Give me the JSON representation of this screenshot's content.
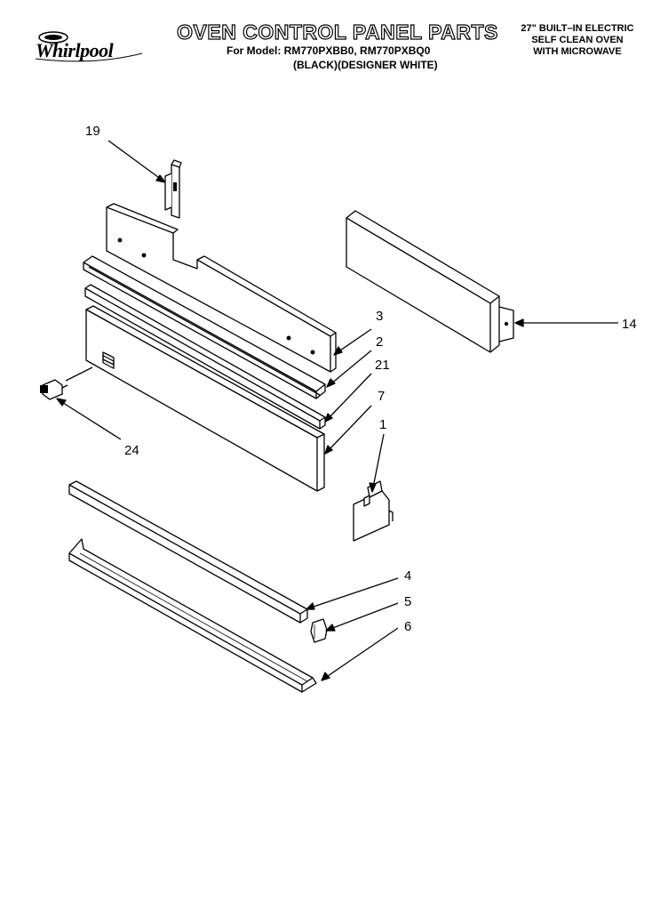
{
  "brand": {
    "name": "Whirlpool"
  },
  "header": {
    "title": "OVEN CONTROL PANEL PARTS",
    "model_line": "For Model: RM770PXBB0, RM770PXBQ0",
    "finish_line": "(BLACK)(DESIGNER WHITE)",
    "spec_lines": [
      "27\" BUILT–IN ELECTRIC",
      "SELF CLEAN OVEN",
      "WITH MICROWAVE"
    ]
  },
  "callouts": {
    "c19": "19",
    "c3": "3",
    "c2": "2",
    "c21": "21",
    "c7": "7",
    "c1": "1",
    "c14": "14",
    "c24": "24",
    "c4": "4",
    "c5": "5",
    "c6": "6"
  }
}
